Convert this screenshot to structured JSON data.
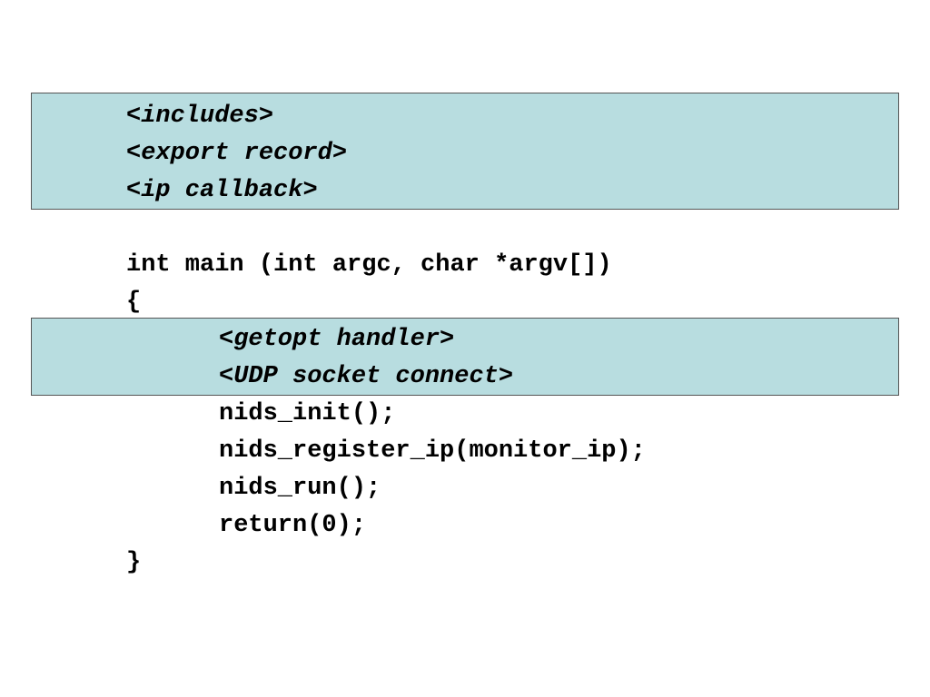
{
  "highlight_color": "#b8dde0",
  "placeholders": {
    "includes": "includes",
    "export_record": "export record",
    "ip_callback": "ip callback",
    "getopt_handler": "getopt handler",
    "udp_socket_connect": "UDP socket connect"
  },
  "code": {
    "main_signature": "int main (int argc, char *argv[])",
    "open_brace": "{",
    "nids_init": "nids_init();",
    "nids_register": "nids_register_ip(monitor_ip);",
    "nids_run": "nids_run();",
    "return_stmt": "return(0);",
    "close_brace": "}"
  }
}
